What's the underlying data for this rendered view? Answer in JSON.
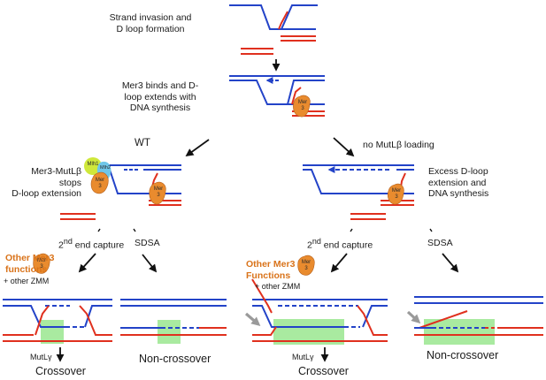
{
  "steps": {
    "step1": [
      "Strand invasion and",
      "D loop formation"
    ],
    "step2": [
      "Mer3 binds and D-",
      "loop extends with",
      "DNA synthesis"
    ]
  },
  "branches": {
    "wt": "WT",
    "mutant": "no MutLβ loading"
  },
  "left": {
    "desc": [
      "Mer3-MutLβ",
      "stops",
      "D-loop extension"
    ],
    "capture_pre": "2",
    "capture_sup": "nd",
    "capture_post": " end capture",
    "sdsa": "SDSA",
    "other_functions": [
      "Other Mer3",
      "functions"
    ],
    "other_zmm": "+ other ZMM",
    "resolvase": "MutLγ",
    "crossover": "Crossover",
    "noncrossover": "Non-crossover"
  },
  "right": {
    "desc": [
      "Excess D-loop",
      "extension and",
      "DNA synthesis"
    ],
    "capture_pre": "2",
    "capture_sup": "nd",
    "capture_post": " end capture",
    "sdsa": "SDSA",
    "other_functions": [
      "Other Mer3",
      "Functions"
    ],
    "other_zmm": "+ other ZMM",
    "resolvase": "MutLγ",
    "crossover": "Crossover",
    "noncrossover": "Non-crossover"
  },
  "proteins": {
    "mer3": [
      "Mer",
      "3"
    ],
    "mlh1": "Mlh1",
    "mlh2": "Mlh2"
  },
  "colors": {
    "blue_strand": "#2343c8",
    "red_strand": "#e0301e",
    "mer3": "#e98b2e",
    "mlh1": "#cfe83a",
    "mlh2": "#6ec6e8",
    "heteroduplex_box": "#a9eaa0",
    "text_orange": "#d9731a",
    "arrow_grey": "#9a9a9a"
  }
}
